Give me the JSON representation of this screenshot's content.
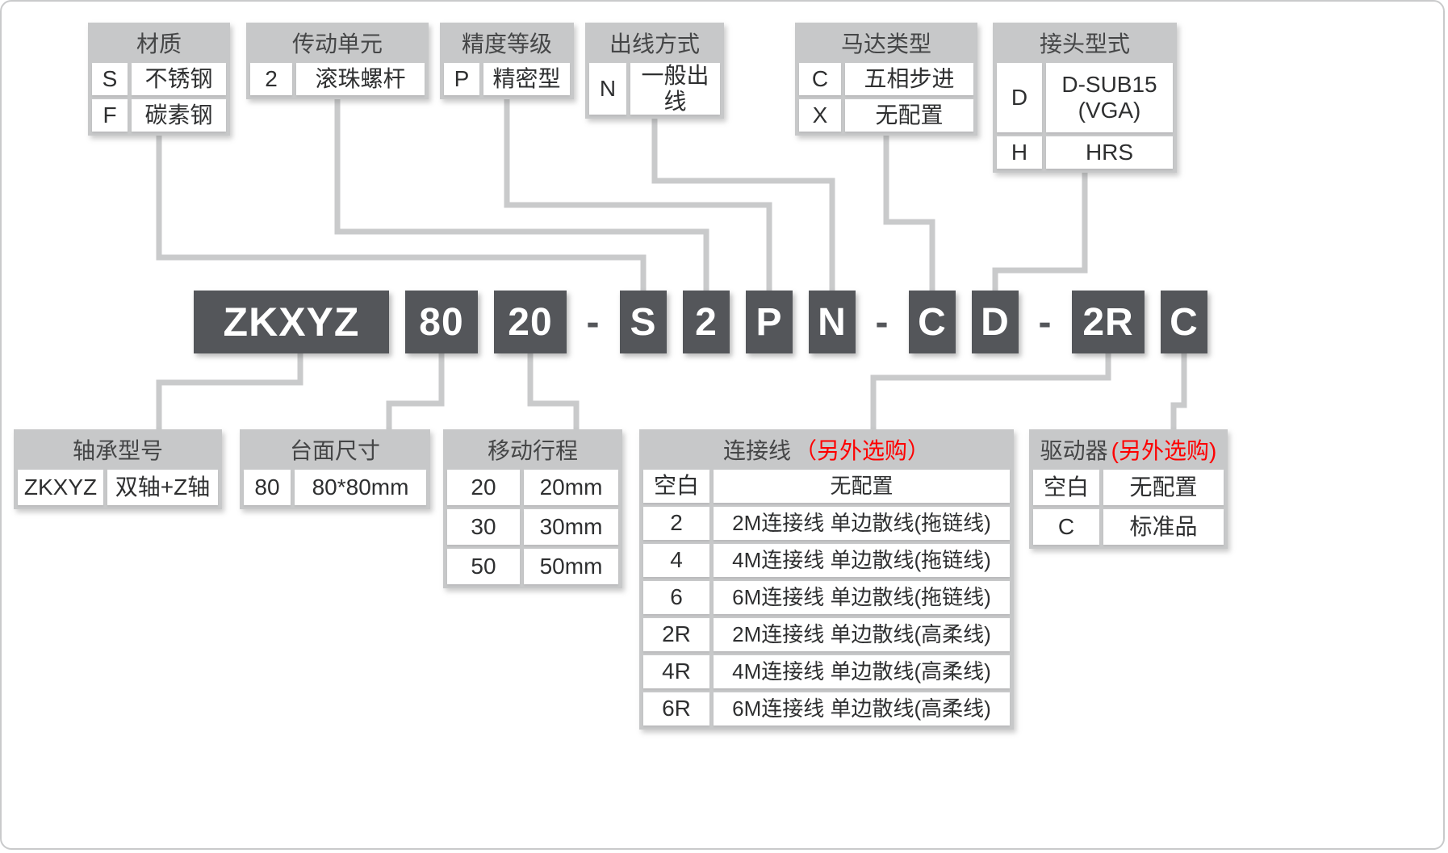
{
  "model_code": {
    "segments": [
      {
        "text": "ZKXYZ",
        "type": "block"
      },
      {
        "text": "80",
        "type": "block"
      },
      {
        "text": "20",
        "type": "block"
      },
      {
        "text": "-",
        "type": "dash"
      },
      {
        "text": "S",
        "type": "block"
      },
      {
        "text": "2",
        "type": "block"
      },
      {
        "text": "P",
        "type": "block"
      },
      {
        "text": "N",
        "type": "block"
      },
      {
        "text": "-",
        "type": "dash"
      },
      {
        "text": "C",
        "type": "block"
      },
      {
        "text": "D",
        "type": "block"
      },
      {
        "text": "-",
        "type": "dash"
      },
      {
        "text": "2R",
        "type": "block"
      },
      {
        "text": "C",
        "type": "block"
      }
    ]
  },
  "tables": {
    "material": {
      "title": "材质",
      "note": "",
      "rows": [
        [
          "S",
          "不锈钢"
        ],
        [
          "F",
          "碳素钢"
        ]
      ]
    },
    "drive_unit": {
      "title": "传动单元",
      "note": "",
      "rows": [
        [
          "2",
          "滚珠螺杆"
        ]
      ]
    },
    "precision": {
      "title": "精度等级",
      "note": "",
      "rows": [
        [
          "P",
          "精密型"
        ]
      ]
    },
    "wiring": {
      "title": "出线方式",
      "note": "",
      "rows": [
        [
          "N",
          "一般出线"
        ]
      ]
    },
    "motor": {
      "title": "马达类型",
      "note": "",
      "rows": [
        [
          "C",
          "五相步进"
        ],
        [
          "X",
          "无配置"
        ]
      ]
    },
    "connector": {
      "title": "接头型式",
      "note": "",
      "rows": [
        [
          "D",
          "D-SUB15\n(VGA)"
        ],
        [
          "H",
          "HRS"
        ]
      ]
    },
    "bearing": {
      "title": "轴承型号",
      "note": "",
      "rows": [
        [
          "ZKXYZ",
          "双轴+Z轴"
        ]
      ]
    },
    "table_size": {
      "title": "台面尺寸",
      "note": "",
      "rows": [
        [
          "80",
          "80*80mm"
        ]
      ]
    },
    "stroke": {
      "title": "移动行程",
      "note": "",
      "rows": [
        [
          "20",
          "20mm"
        ],
        [
          "30",
          "30mm"
        ],
        [
          "50",
          "50mm"
        ]
      ]
    },
    "cable": {
      "title": "连接线",
      "note": "（另外选购）",
      "rows": [
        [
          "空白",
          "无配置"
        ],
        [
          "2",
          "2M连接线 单边散线(拖链线)"
        ],
        [
          "4",
          "4M连接线 单边散线(拖链线)"
        ],
        [
          "6",
          "6M连接线 单边散线(拖链线)"
        ],
        [
          "2R",
          "2M连接线 单边散线(高柔线)"
        ],
        [
          "4R",
          "4M连接线 单边散线(高柔线)"
        ],
        [
          "6R",
          "6M连接线 单边散线(高柔线)"
        ]
      ]
    },
    "driver": {
      "title": "驱动器",
      "note": "(另外选购)",
      "rows": [
        [
          "空白",
          "无配置"
        ],
        [
          "C",
          "标准品"
        ]
      ]
    }
  },
  "colors": {
    "accent_red": "#fe0000",
    "block_bg": "#54565a",
    "table_bg": "#c7c8c9",
    "connector_line": "#c9cacb",
    "text": "#3c3d3f"
  }
}
